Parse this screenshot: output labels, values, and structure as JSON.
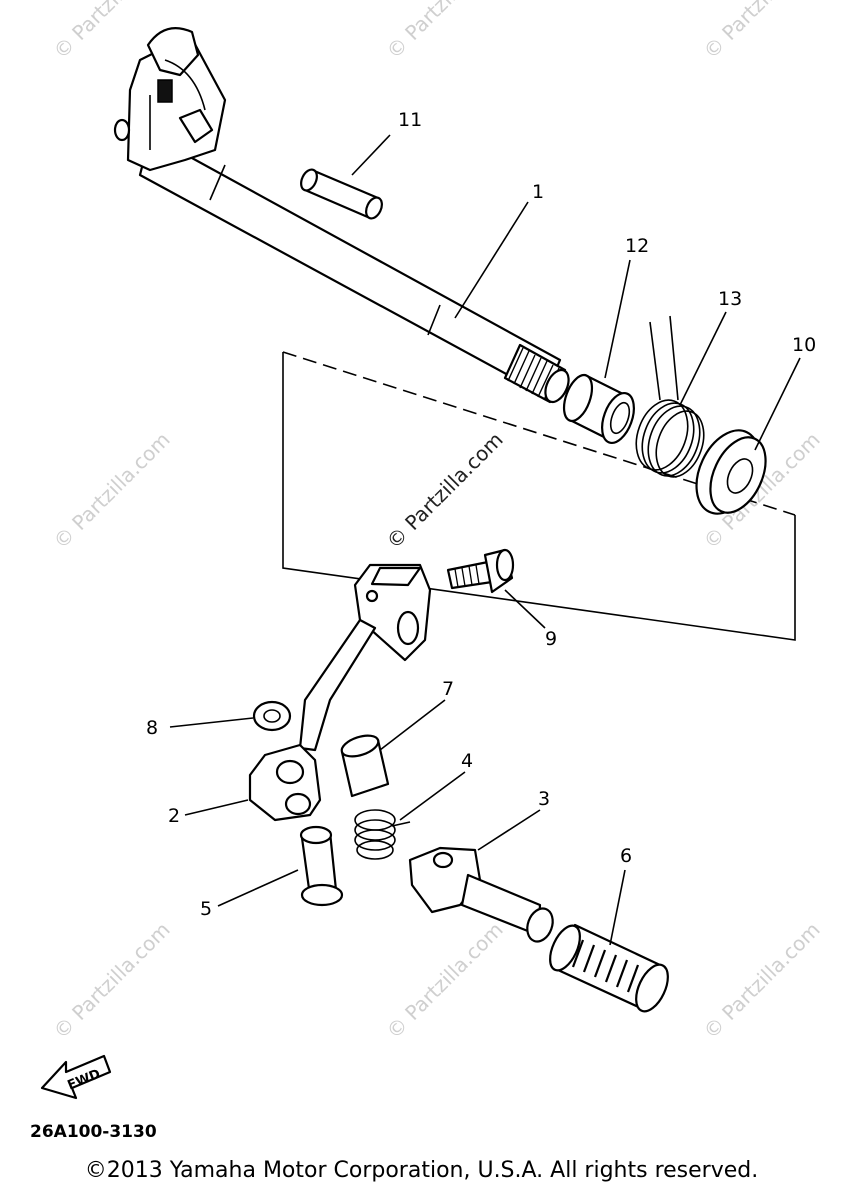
{
  "watermark": {
    "text": "© Partzilla.com"
  },
  "callouts": {
    "c1": "1",
    "c2": "2",
    "c3": "3",
    "c4": "4",
    "c5": "5",
    "c6": "6",
    "c7": "7",
    "c8": "8",
    "c9": "9",
    "c10": "10",
    "c11": "11",
    "c12": "12",
    "c13": "13"
  },
  "fwd_label": "FWD",
  "diagram_code": "26A100-3130",
  "copyright": "©2013 Yamaha Motor Corporation, U.S.A. All rights reserved.",
  "colors": {
    "line": "#000000",
    "watermark": "#cfcfcf",
    "background": "#ffffff"
  }
}
